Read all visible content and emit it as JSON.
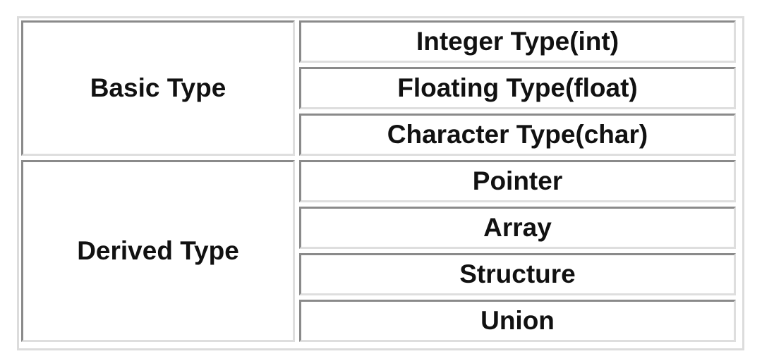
{
  "groups": [
    {
      "label": "Basic Type",
      "items": [
        "Integer Type(int)",
        "Floating Type(float)",
        "Character Type(char)"
      ]
    },
    {
      "label": "Derived Type",
      "items": [
        "Pointer",
        "Array",
        "Structure",
        "Union"
      ]
    }
  ]
}
